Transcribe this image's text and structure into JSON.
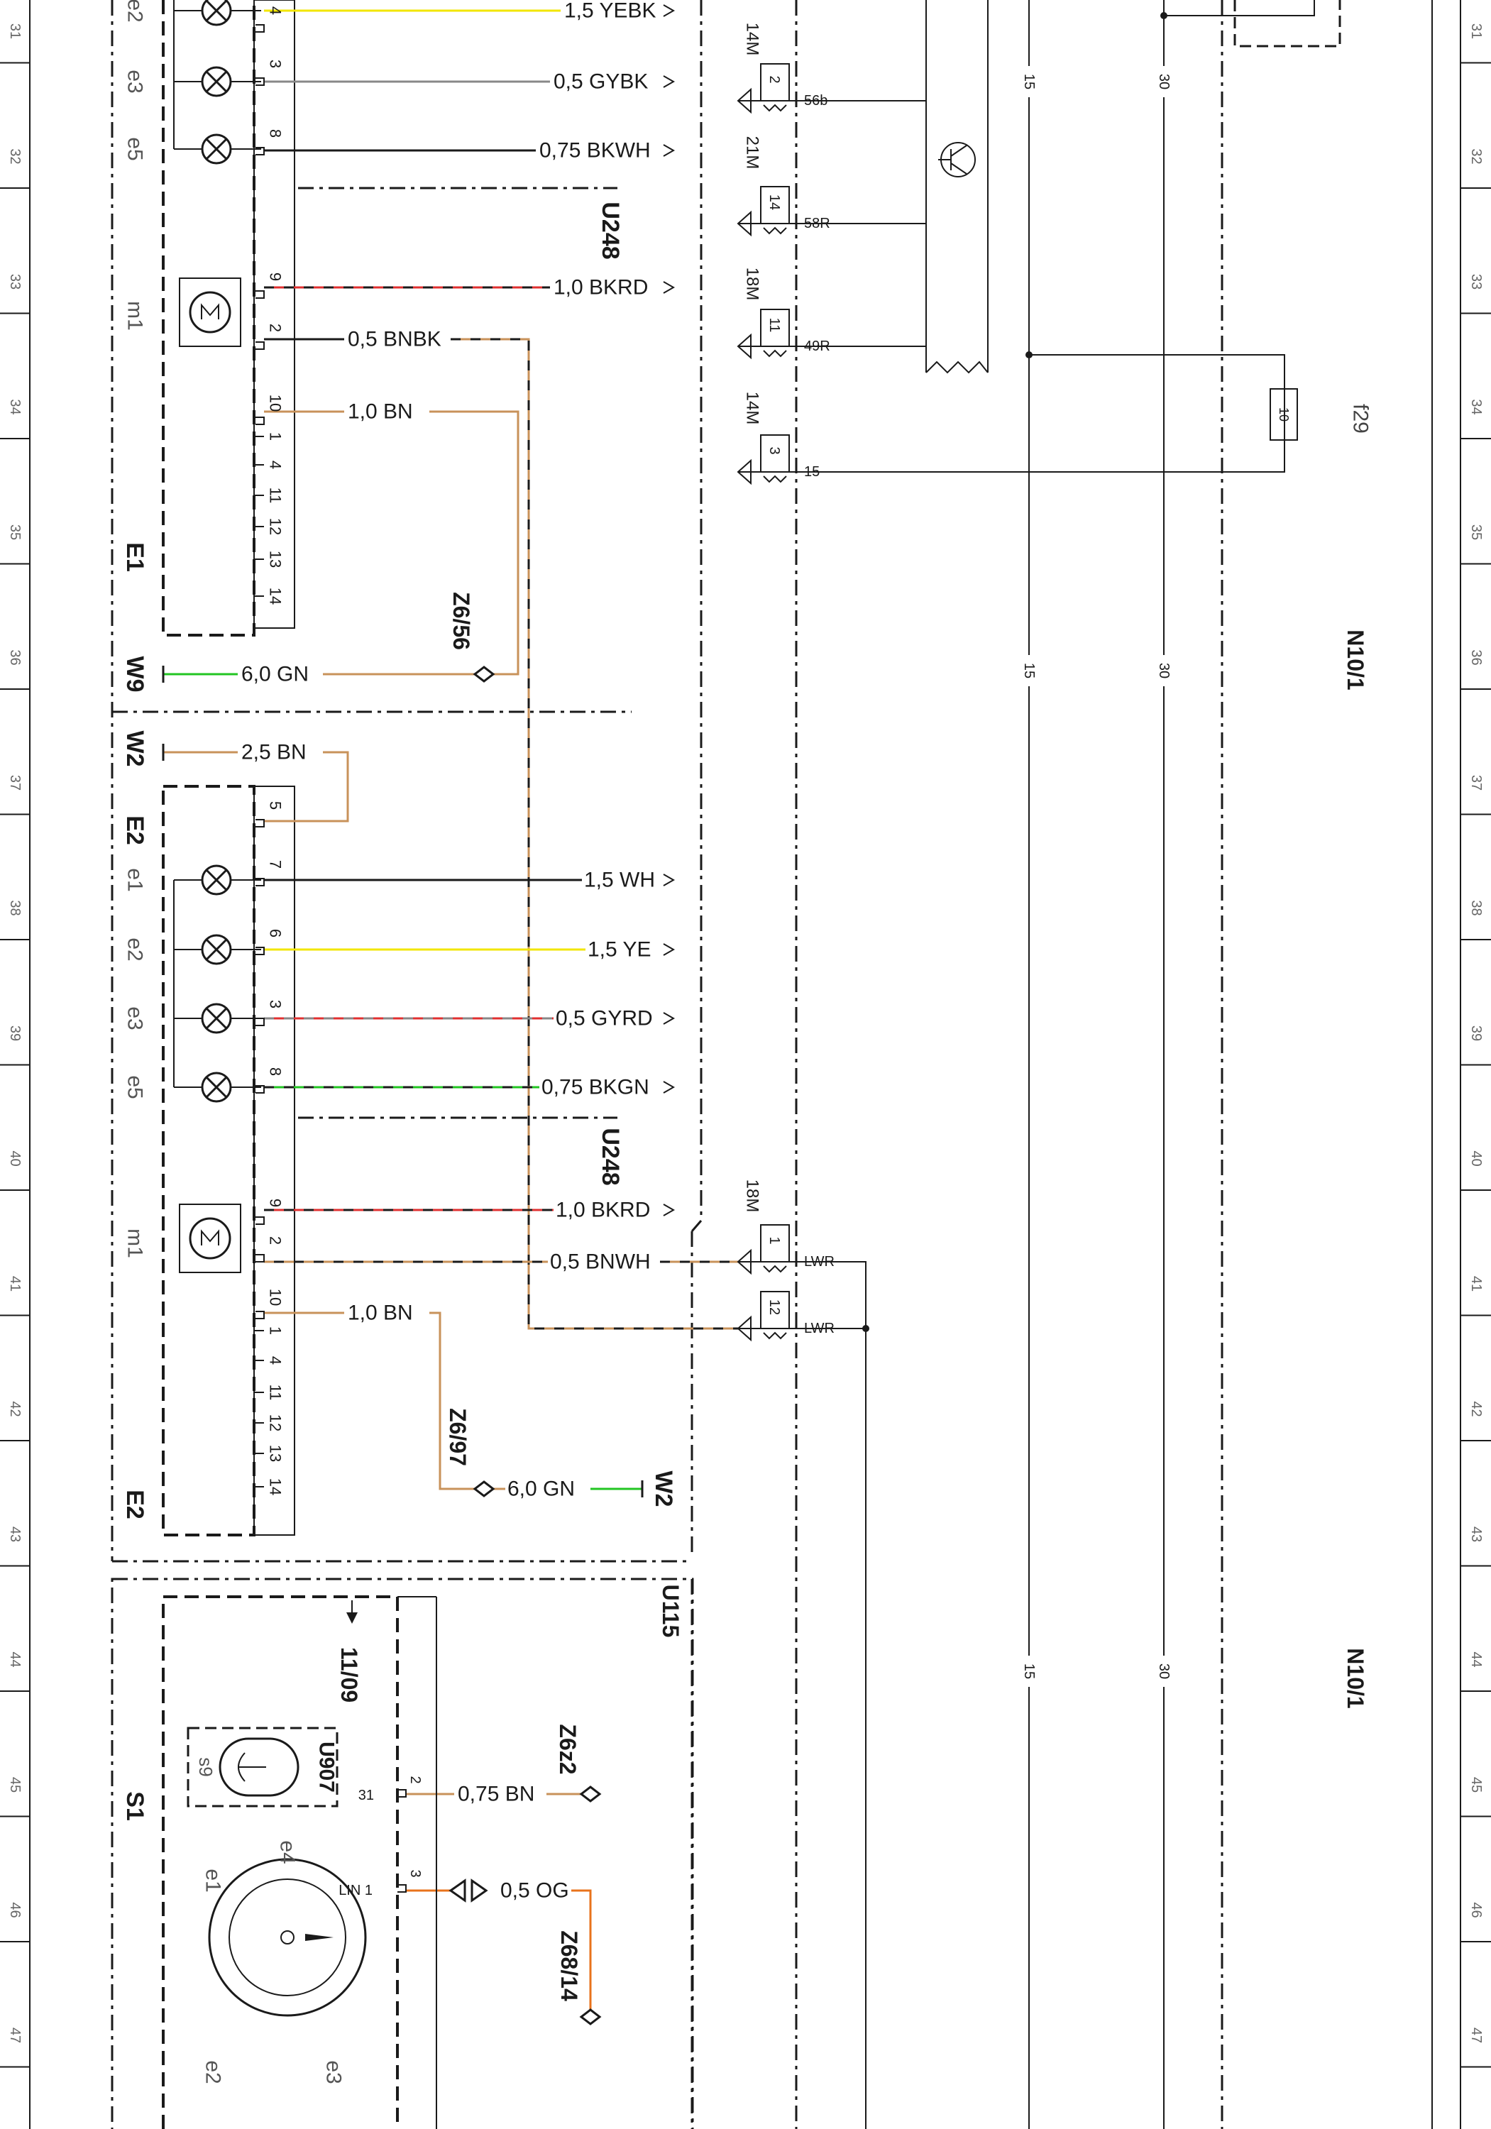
{
  "title": "",
  "colors": {
    "ink": "#1a1a1a",
    "yellow": "#f2e600",
    "grey": "#888888",
    "red": "#e03030",
    "brown": "#c8925a",
    "green": "#22c522",
    "orange": "#e8731c",
    "white_wire": "#1a1a1a"
  },
  "grid_rows": [
    "31",
    "32",
    "33",
    "34",
    "35",
    "36",
    "37",
    "38",
    "39",
    "40",
    "41",
    "42",
    "43",
    "44",
    "45",
    "46",
    "47"
  ],
  "components": {
    "e1_block_top": {
      "lamp_labels": [
        "e2",
        "e3",
        "e5"
      ],
      "motor_label": "m1",
      "block_label": "E1",
      "pins": [
        "4",
        "3",
        "8",
        "9",
        "2",
        "10",
        "1",
        "4",
        "11",
        "12",
        "13",
        "14"
      ]
    },
    "e2_block": {
      "block_label": "E2",
      "lamp_labels": [
        "e1",
        "e2",
        "e3",
        "e5"
      ],
      "motor_label": "m1",
      "bottom_label": "E2",
      "pins": [
        "5",
        "7",
        "6",
        "3",
        "8",
        "9",
        "2",
        "10",
        "1",
        "4",
        "11",
        "12",
        "13",
        "14"
      ]
    },
    "w9": "W9",
    "w2_top": "W2",
    "w2_bottom": "W2",
    "u248_top": "U248",
    "u248_bottom": "U248",
    "u115": "U115",
    "u907": "U907",
    "s1": "S1",
    "s9": "s9",
    "s1_ref": "11/09",
    "s1_labels": [
      "e1",
      "e2",
      "e3",
      "e4"
    ],
    "s1_pin_31": "31",
    "s1_pin_lin": "LIN 1",
    "s1_pin_2": "2",
    "s1_pin_3": "3",
    "n10_1_a": "N10/1",
    "n10_1_b": "N10/1",
    "f29": "f29",
    "fuse_value": "10",
    "bus_15": "15",
    "bus_30": "30"
  },
  "wires": {
    "w_yebk": "1,5 YEBK",
    "w_gybk": "0,5 GYBK",
    "w_bkwh": "0,75 BKWH",
    "w_bkrd_1": "1,0 BKRD",
    "w_bnbk": "0,5 BNBK",
    "w_bn_1": "1,0 BN",
    "w_gn_1": "6,0 GN",
    "w_bn_25": "2,5 BN",
    "w_wh": "1,5 WH",
    "w_ye": "1,5 YE",
    "w_gyrd": "0,5 GYRD",
    "w_bkgn": "0,75 BKGN",
    "w_bkrd_2": "1,0 BKRD",
    "w_bnwh": "0,5 BNWH",
    "w_bn_2": "1,0 BN",
    "w_gn_2": "6,0 GN",
    "w_bn_075": "0,75 BN",
    "w_og": "0,5 OG"
  },
  "splices": {
    "z6_56": "Z6/56",
    "z6_97": "Z6/97",
    "z6z2": "Z6z2",
    "z68_14": "Z68/14"
  },
  "connectors": {
    "n10_pins": [
      "56b",
      "58R",
      "49R",
      "15",
      "LWR",
      "LWR"
    ],
    "n10_contact_nums": [
      "2",
      "14",
      "11",
      "3",
      "1",
      "12"
    ],
    "n10_connector_ids": [
      "14M",
      "21M",
      "18M",
      "14M",
      "18M"
    ]
  }
}
